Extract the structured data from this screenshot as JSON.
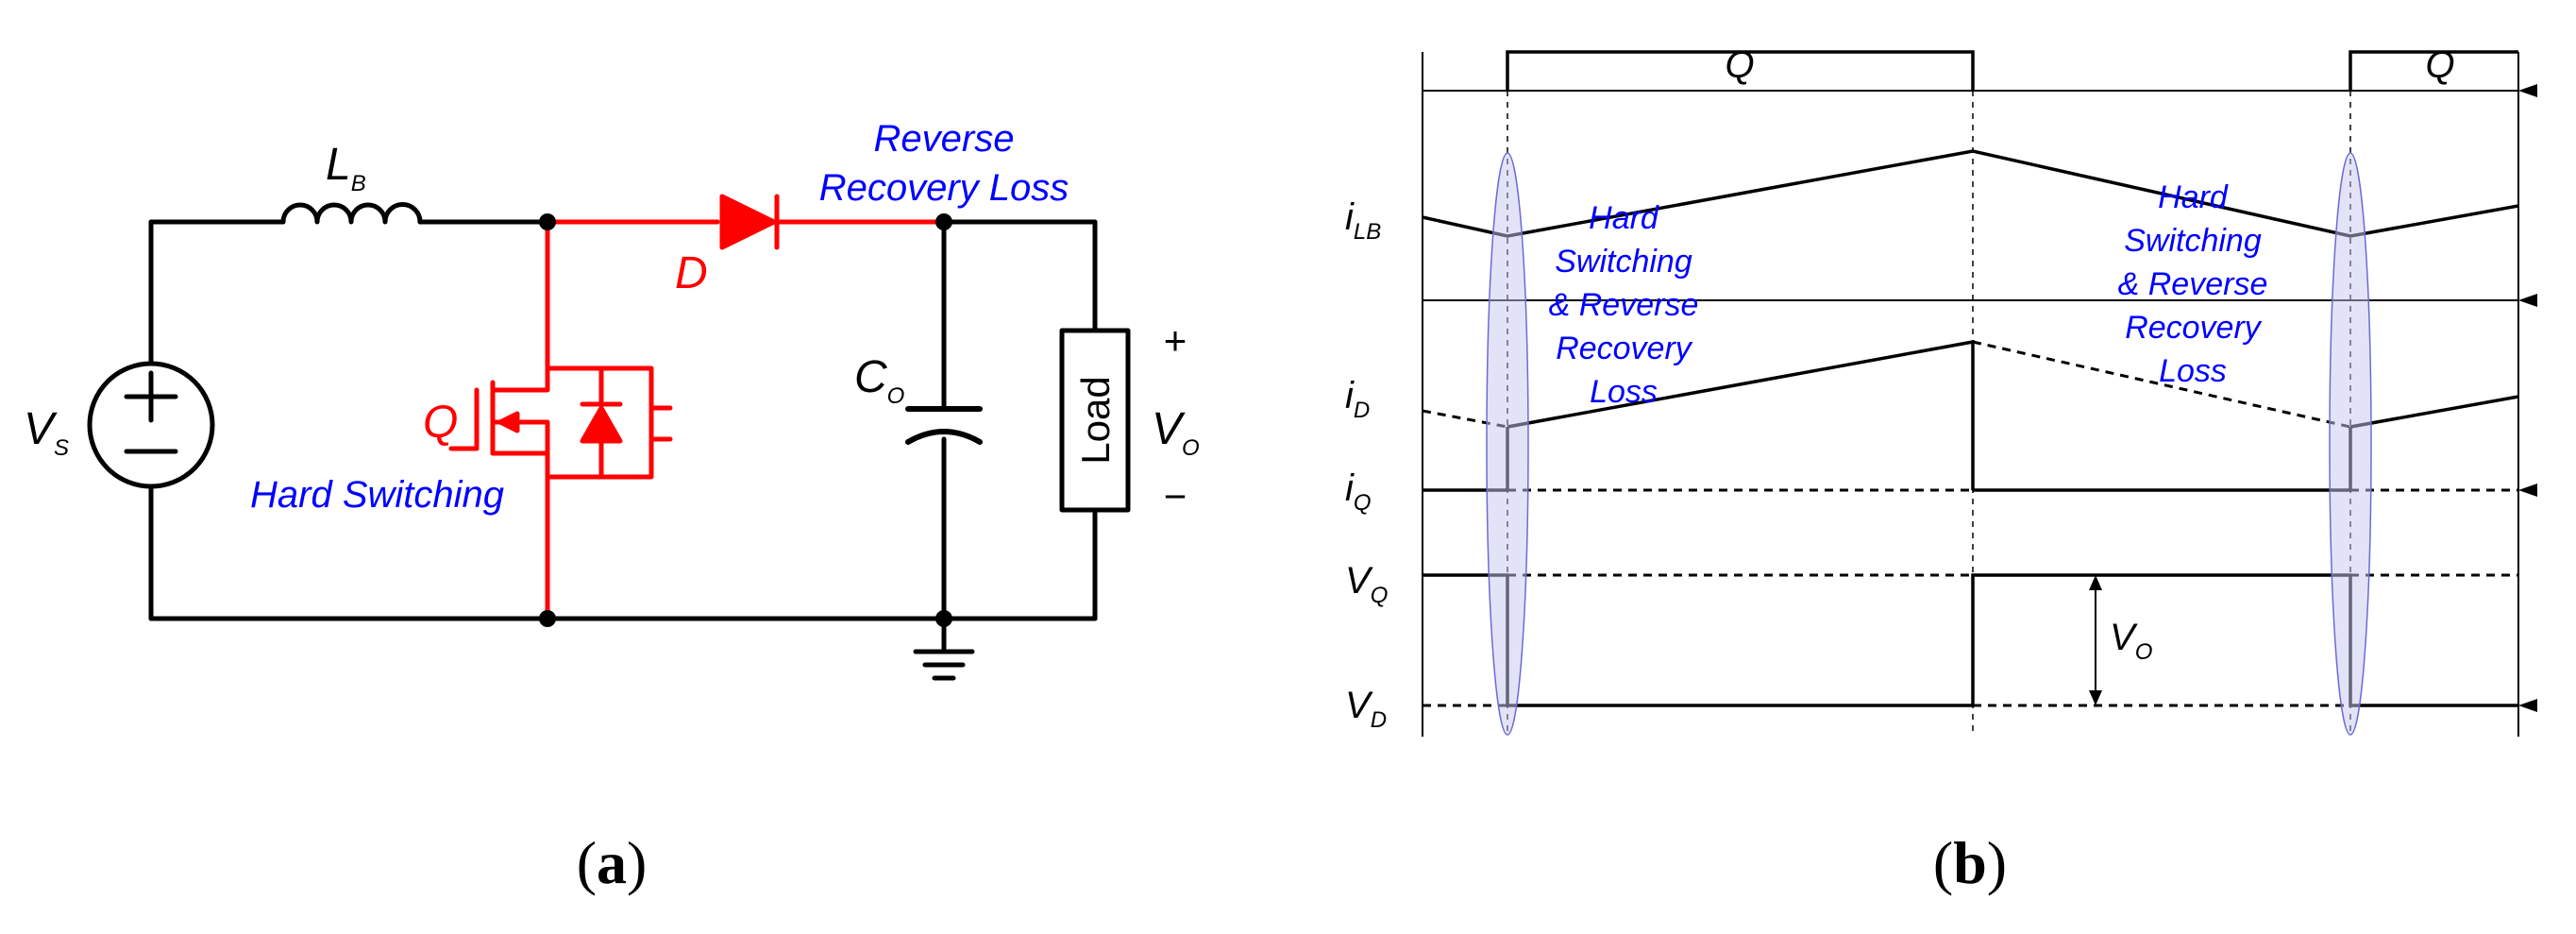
{
  "colors": {
    "wire": "#000000",
    "highlight": "#ff0000",
    "annotation": "#0000ff",
    "ellipse_fill": "#c8c8f0",
    "ellipse_stroke": "#6b6bd6"
  },
  "panel_a": {
    "caption_open": "(",
    "caption_letter": "a",
    "caption_close": ")",
    "vs_main": "V",
    "vs_sub": "S",
    "lb_main": "L",
    "lb_sub": "B",
    "d_label": "D",
    "q_label": "Q",
    "co_main": "C",
    "co_sub": "O",
    "load_label": "Load",
    "plus_sign": "+",
    "minus_sign": "−",
    "vo_main": "V",
    "vo_sub": "O",
    "rr_line1": "Reverse",
    "rr_line2": "Recovery Loss",
    "hs_label": "Hard Switching"
  },
  "panel_b": {
    "caption_open": "(",
    "caption_letter": "b",
    "caption_close": ")",
    "gate_label_1": "Q",
    "gate_label_2": "Q",
    "ilb_main": "i",
    "ilb_sub": "LB",
    "id_main": "i",
    "id_sub": "D",
    "iq_main": "i",
    "iq_sub": "Q",
    "vq_main": "V",
    "vq_sub": "Q",
    "vd_main": "V",
    "vd_sub": "D",
    "vo_main": "V",
    "vo_sub": "O",
    "ann_left": [
      "Hard",
      "Switching",
      "& Reverse",
      "Recovery",
      "Loss"
    ],
    "ann_right": [
      "Hard",
      "Switching",
      "& Reverse",
      "Recovery",
      "Loss"
    ]
  }
}
